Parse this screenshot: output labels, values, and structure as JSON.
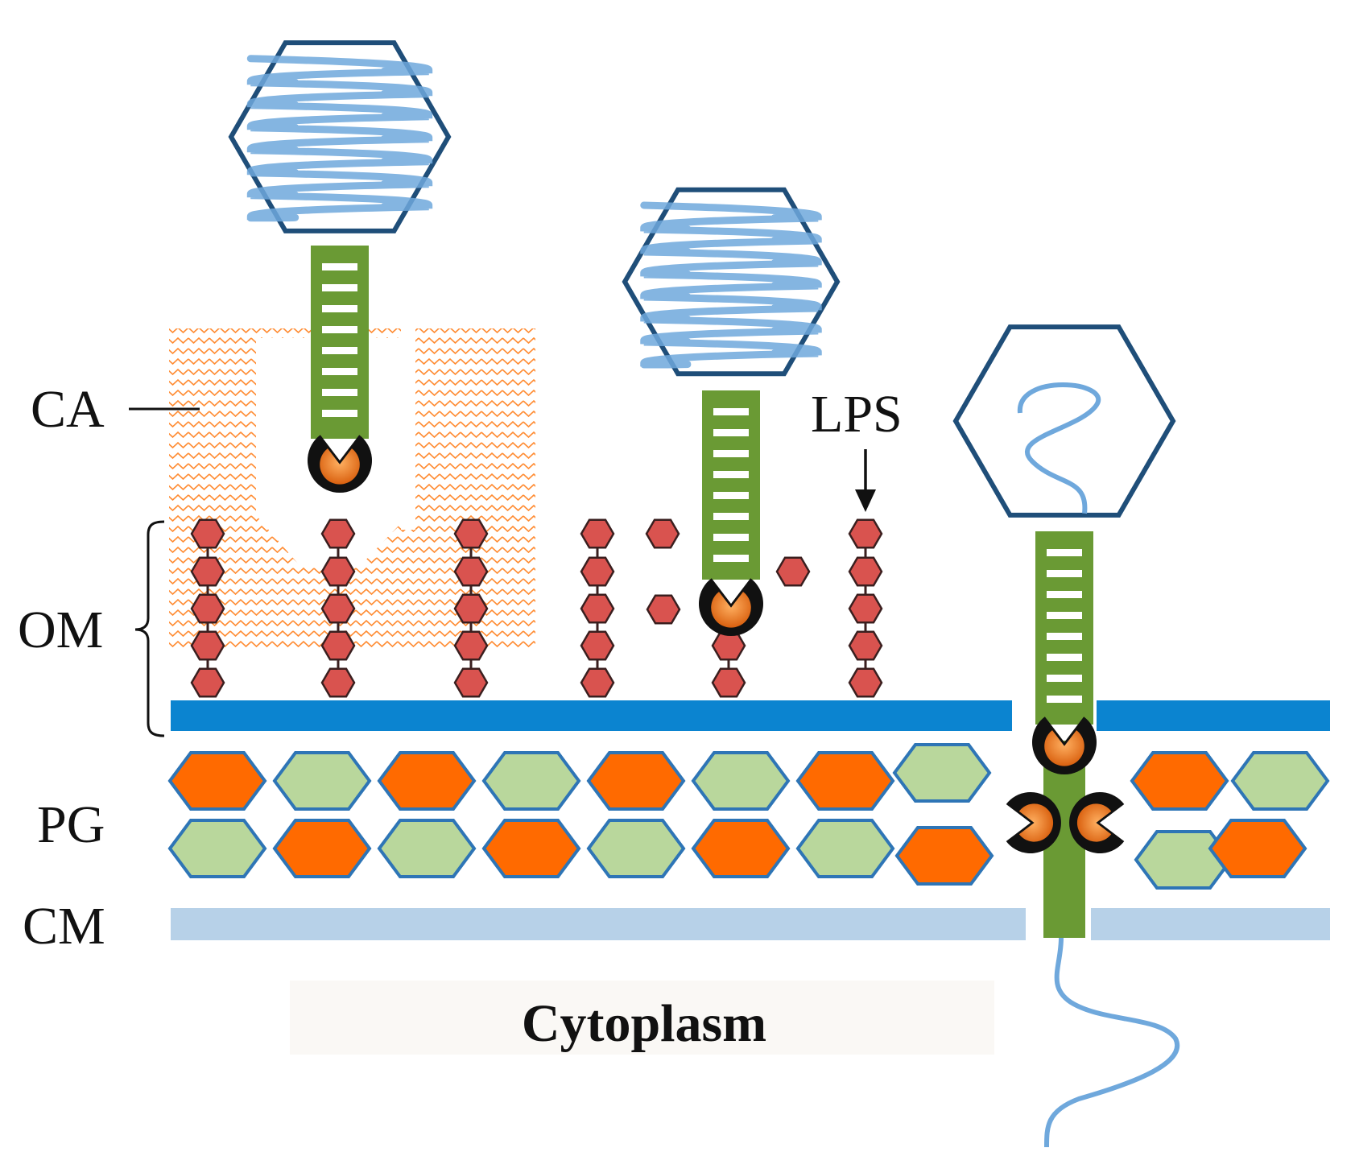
{
  "labels": {
    "ca": "CA",
    "om": "OM",
    "lps": "LPS",
    "pg": "PG",
    "cm": "CM",
    "cytoplasm": "Cytoplasm"
  },
  "colors": {
    "capsid_stroke": "#1f4e79",
    "dna": "#6fa8dc",
    "tail": "#6a9a34",
    "tail_stripe": "#ffffff",
    "capsule": "#ff8c33",
    "lps_bead": "#d9534f",
    "lps_stroke": "#3a1f1f",
    "om_bar": "#0b84d0",
    "pg_orange": "#ff6a00",
    "pg_green": "#b9d79c",
    "pg_stroke": "#2e75b6",
    "cm_bar": "#b7d1e8",
    "enzyme_outer": "#111111",
    "enzyme_inner": "#e8731a"
  },
  "icons": {
    "phage": "hexagonal-capsid-phage-icon",
    "enzyme": "depolymerase-enzyme-icon",
    "lps": "lps-chain-icon"
  }
}
